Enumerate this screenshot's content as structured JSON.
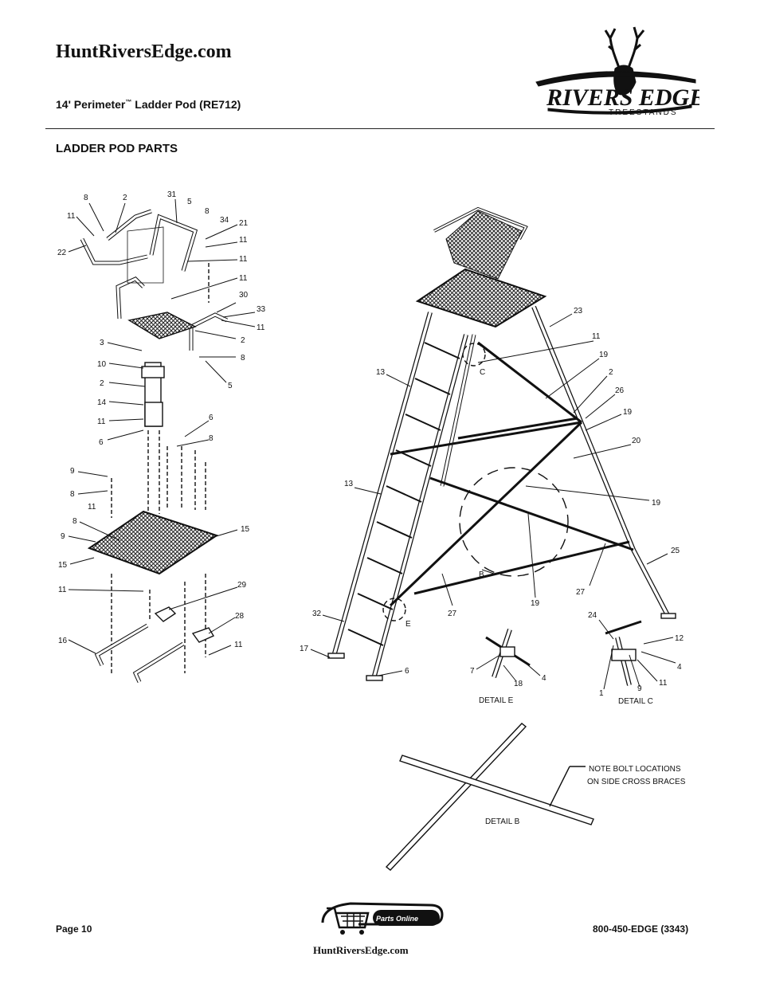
{
  "header": {
    "site_title": "HuntRiversEdge.com",
    "product_title": "14' Perimeter",
    "trademark": "™",
    "product_suffix": " Ladder Pod (RE712)",
    "logo_text": "RIVERS EDGE",
    "logo_sub": "TREESTANDS"
  },
  "section_title": "LADDER POD PARTS",
  "left_callouts": [
    "8",
    "2",
    "31",
    "5",
    "8",
    "34",
    "21",
    "11",
    "11",
    "11",
    "22",
    "11",
    "30",
    "33",
    "11",
    "3",
    "2",
    "8",
    "10",
    "2",
    "5",
    "14",
    "11",
    "6",
    "6",
    "8",
    "9",
    "8",
    "11",
    "8",
    "9",
    "15",
    "15",
    "11",
    "29",
    "28",
    "16",
    "11"
  ],
  "right_callouts": [
    "23",
    "11",
    "19",
    "2",
    "26",
    "19",
    "20",
    "13",
    "C",
    "13",
    "19",
    "25",
    "B",
    "27",
    "19",
    "27",
    "32",
    "E",
    "24",
    "12",
    "17",
    "6",
    "7",
    "4",
    "18",
    "1",
    "9",
    "11",
    "4"
  ],
  "details": {
    "detail_e": "DETAIL E",
    "detail_c": "DETAIL C",
    "detail_b": "DETAIL B",
    "note_line1": "NOTE BOLT LOCATIONS",
    "note_line2": "ON SIDE CROSS BRACES"
  },
  "footer": {
    "page": "Page 10",
    "phone": "800-450-EDGE (3343)",
    "website": "HuntRiversEdge.com",
    "parts_online": "Parts Online"
  }
}
